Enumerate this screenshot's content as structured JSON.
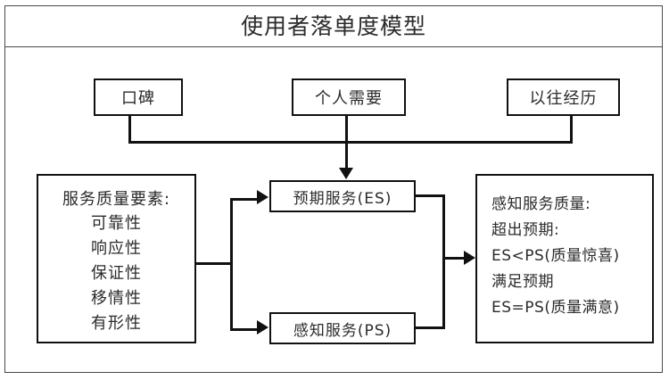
{
  "diagram": {
    "title": "使用者落单度模型",
    "top_nodes": [
      {
        "id": "word-of-mouth",
        "label": "口碑"
      },
      {
        "id": "personal-needs",
        "label": "个人需要"
      },
      {
        "id": "past-experience",
        "label": "以往经历"
      }
    ],
    "factors_box": {
      "heading": "服务质量要素:",
      "items": [
        "可靠性",
        "响应性",
        "保证性",
        "移情性",
        "有形性"
      ]
    },
    "expected_service": {
      "label": "预期服务(ES)"
    },
    "perceived_service": {
      "label": "感知服务(PS)"
    },
    "outcome_box": {
      "lines": [
        "感知服务质量:",
        "超出预期:",
        "ES<PS(质量惊喜)",
        "满足预期",
        "ES=PS(质量满意)"
      ]
    },
    "colors": {
      "frame": "#4a4a4a",
      "box_border": "#111111",
      "text": "#2b2b2b",
      "background": "#ffffff"
    }
  }
}
